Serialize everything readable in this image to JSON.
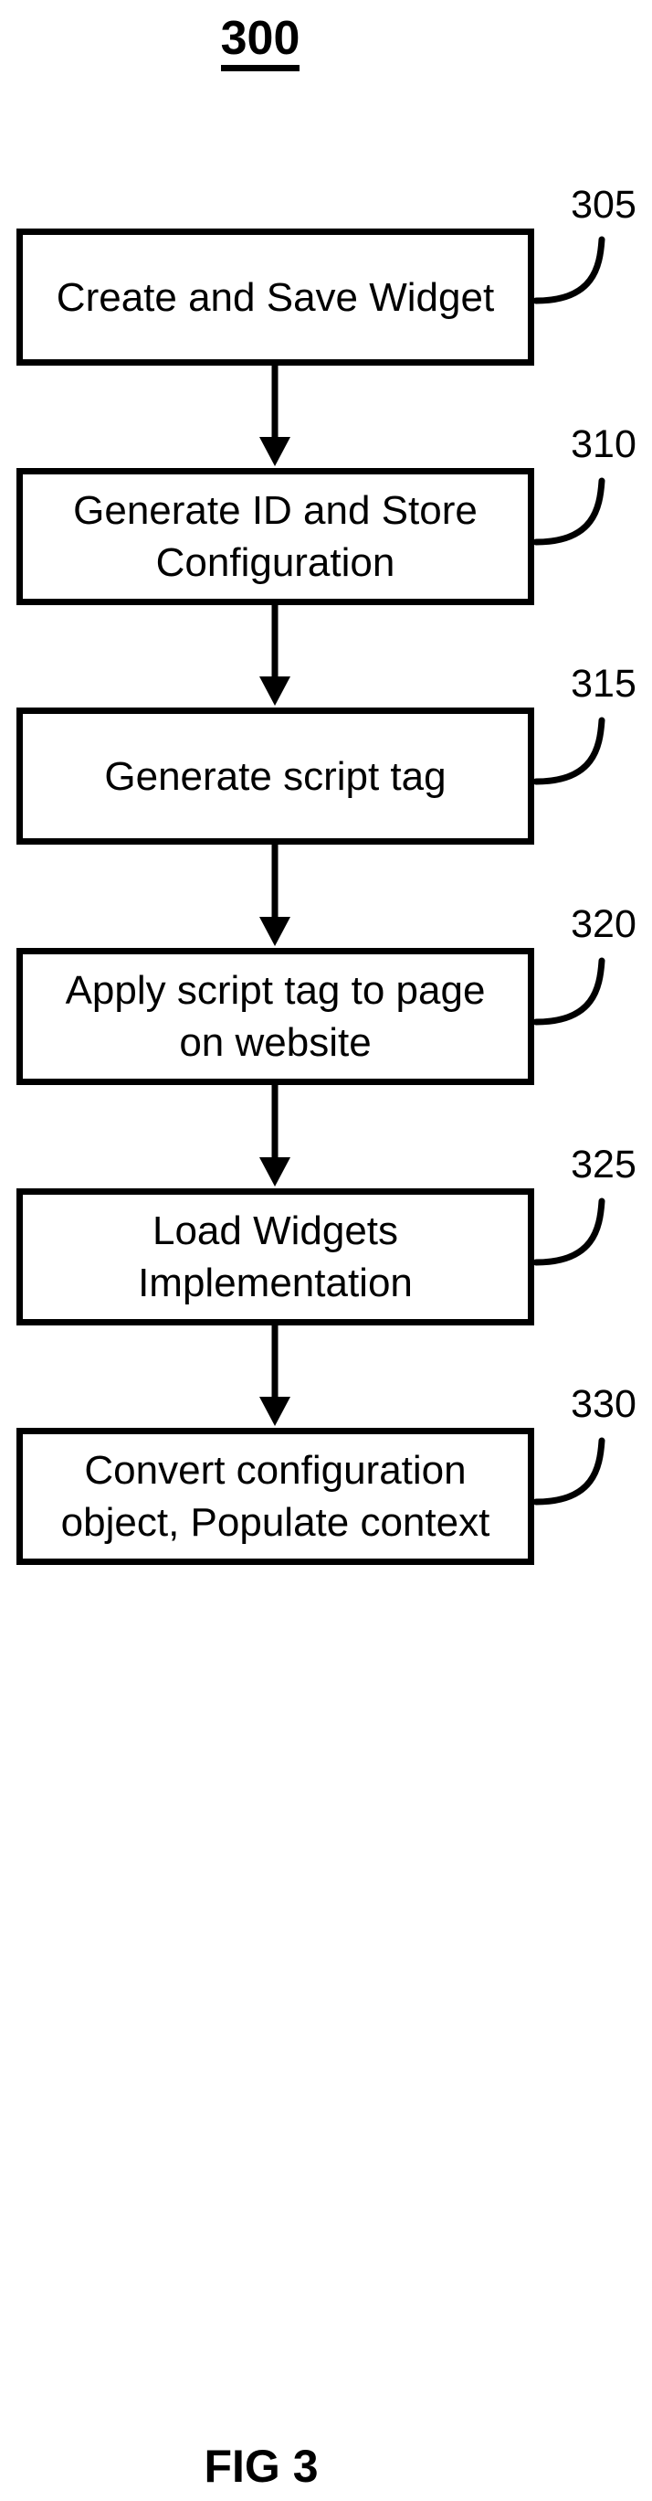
{
  "figure": {
    "reference_label": "300",
    "caption": "FIG 3"
  },
  "steps": [
    {
      "ref": "305",
      "lines": [
        "Create and Save Widget"
      ]
    },
    {
      "ref": "310",
      "lines": [
        "Generate ID and Store",
        "Configuration"
      ]
    },
    {
      "ref": "315",
      "lines": [
        "Generate script tag"
      ]
    },
    {
      "ref": "320",
      "lines": [
        "Apply script tag to page",
        "on website"
      ]
    },
    {
      "ref": "325",
      "lines": [
        "Load Widgets",
        "Implementation"
      ]
    },
    {
      "ref": "330",
      "lines": [
        "Convert configuration",
        "object, Populate context"
      ]
    }
  ],
  "colors": {
    "ink": "#000000",
    "background": "#ffffff"
  }
}
